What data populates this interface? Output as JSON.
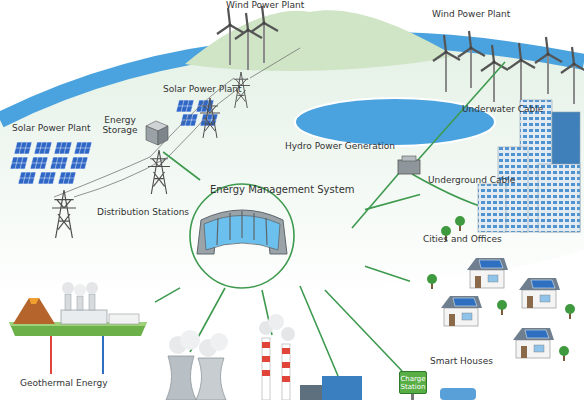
{
  "diagram": {
    "nodes": [
      {
        "text": [
          "Energy Storage"
        ]
      },
      {
        "text": [
          "Energy Management System"
        ]
      },
      {
        "text": [
          "Cities and Offices"
        ]
      },
      {
        "text": [
          "Smart Houses"
        ]
      },
      {
        "text": [
          "Geothermal Energy"
        ]
      },
      {
        "text": [
          "Charge Station"
        ]
      }
    ],
    "edges": [
      {
        "from": 1,
        "to": 0,
        "arrow": "none"
      },
      {
        "from": 1,
        "to": 2,
        "arrow": "none"
      },
      {
        "from": 1,
        "to": 3,
        "arrow": "none"
      },
      {
        "from": 1,
        "to": 4,
        "arrow": "none"
      },
      {
        "from": 1,
        "to": 5,
        "arrow": "none"
      }
    ],
    "labels": [
      "Wind Power Plant",
      "Wind Power Plant",
      "Solar Power Plant",
      "Solar Power Plant",
      "Underwater Cable",
      "Hydro Power Generation",
      "Underground Cable",
      "Distribution Stations"
    ]
  }
}
